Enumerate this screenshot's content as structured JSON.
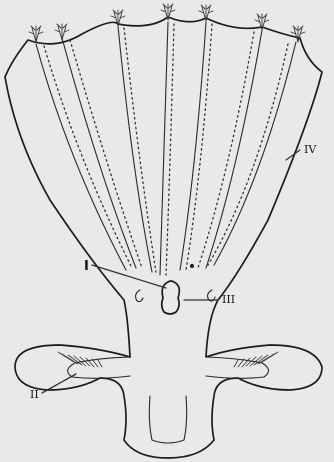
{
  "labels": {
    "l1": "I",
    "l2": "II",
    "l3": "III",
    "l4": "IV"
  },
  "colors": {
    "ink": "#1c1c1c",
    "paper": "#e9e9e7"
  }
}
